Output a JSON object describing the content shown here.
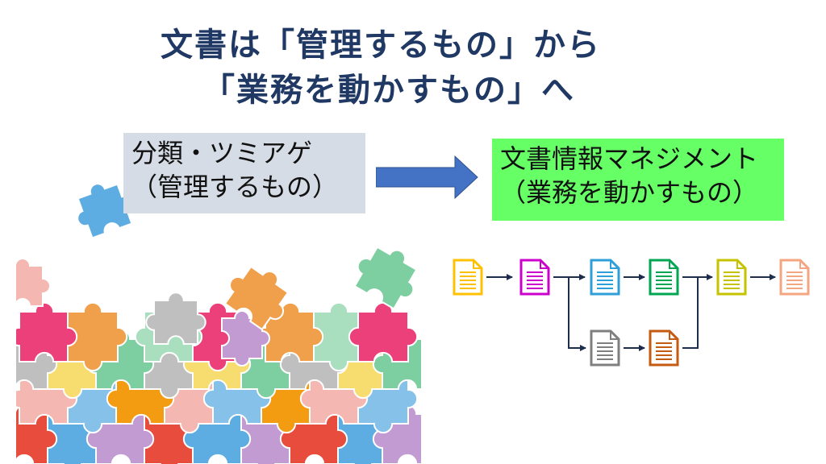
{
  "slide": {
    "title_line1": "文書は「管理するもの」から",
    "title_line2": "「業務を動かすもの」へ"
  },
  "left_box": {
    "line1": "分類・ツミアゲ",
    "line2": "（管理するもの）",
    "bg": "#d6dce5"
  },
  "right_box": {
    "line1": "文書情報マネジメント",
    "line2": "（業務を動かすもの）",
    "bg": "#66ff66"
  },
  "arrow": {
    "color": "#4472c4"
  },
  "flow": {
    "documents": [
      {
        "id": "doc-1",
        "color": "#ffc000"
      },
      {
        "id": "doc-2",
        "color": "#cc00cc"
      },
      {
        "id": "doc-3",
        "color": "#2e9fd8"
      },
      {
        "id": "doc-4",
        "color": "#00a651"
      },
      {
        "id": "doc-5",
        "color": "#c5c300"
      },
      {
        "id": "doc-6",
        "color": "#f4a582"
      },
      {
        "id": "doc-7",
        "color": "#7f7f7f"
      },
      {
        "id": "doc-8",
        "color": "#c55a11"
      }
    ],
    "connector_color": "#1f2d4d"
  },
  "puzzle_colors": [
    "#e74c3c",
    "#f7dc6f",
    "#85c1e9",
    "#a9dfbf",
    "#c39bd3",
    "#bfbfbf",
    "#f5b7b1",
    "#f0a04b",
    "#5dade2",
    "#7dcea0",
    "#f39c12",
    "#ec407a"
  ]
}
